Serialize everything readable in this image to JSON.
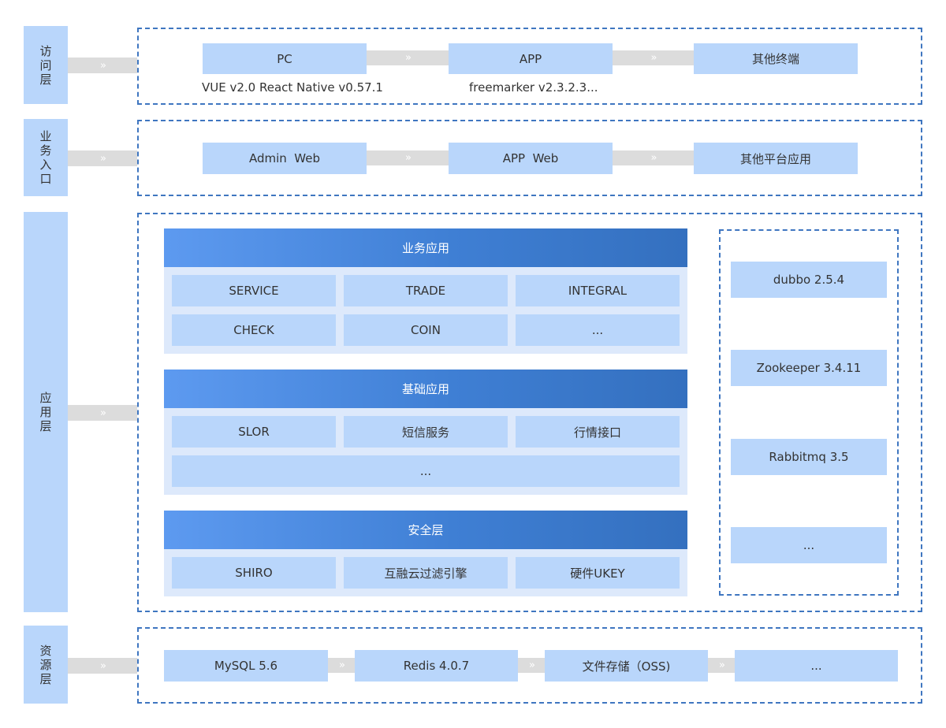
{
  "connector_glyph": "»",
  "colors": {
    "side_label_bg": "#b9d6fb",
    "box_bg": "#b9d6fb",
    "connector_bg": "#dcdcdc",
    "dashed_border": "#3f76c0",
    "panel_bg": "#dde9fb",
    "header_gradient_start": "#5d9af0",
    "header_gradient_end": "#3470bf"
  },
  "access_layer": {
    "label": "访问层",
    "nodes": [
      "PC",
      "APP",
      "其他终端"
    ],
    "captions": [
      "VUE v2.0 React Native v0.57.1",
      "freemarker v2.3.2.3..."
    ]
  },
  "business_entry": {
    "label": "业务入口",
    "nodes": [
      "Admin  Web",
      "APP  Web",
      "其他平台应用"
    ]
  },
  "application_layer": {
    "label": "应用层",
    "business_apps": {
      "header": "业务应用",
      "items": [
        "SERVICE",
        "TRADE",
        "INTEGRAL",
        "CHECK",
        "COIN",
        "..."
      ]
    },
    "base_apps": {
      "header": "基础应用",
      "items": [
        "SLOR",
        "短信服务",
        "行情接口",
        "..."
      ]
    },
    "security": {
      "header": "安全层",
      "items": [
        "SHIRO",
        "互融云过滤引擎",
        "硬件UKEY"
      ]
    },
    "middleware": [
      "dubbo 2.5.4",
      "Zookeeper 3.4.11",
      "Rabbitmq 3.5",
      "..."
    ]
  },
  "resource_layer": {
    "label": "资源层",
    "nodes": [
      "MySQL 5.6",
      "Redis 4.0.7",
      "文件存储（OSS)",
      "..."
    ]
  }
}
